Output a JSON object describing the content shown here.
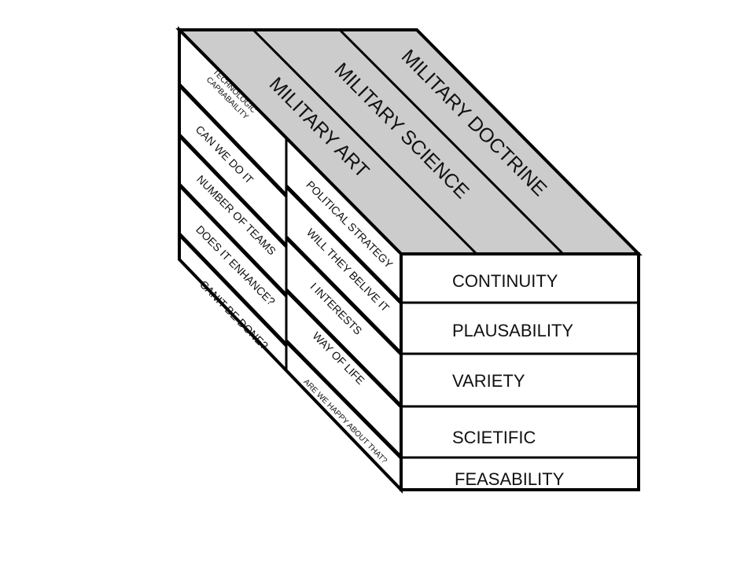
{
  "colors": {
    "top_face": "#cccccc",
    "faces": "#ffffff",
    "stroke": "#000000"
  },
  "top_face": {
    "labels": [
      "MILITARY ART",
      "MILITARY SCIENCE",
      "MILITARY DOCTRINE"
    ]
  },
  "side_face": {
    "left_column": {
      "header_line1": "TECHNOLOGIC",
      "header_line2": "CAPBABAILITY",
      "items": [
        "CAN WE DO IT",
        "NUMBER OF TEAMS",
        "DOES IT ENHANCE?",
        "CANIT BE DONE?"
      ]
    },
    "right_column": {
      "items": [
        "POLITICAL STRATEGY",
        "WILL THEY BELIVE IT",
        "I INTERESTS",
        "WAY OF LIFE",
        "ARE WE HAPPY ABOUT THAT?"
      ]
    }
  },
  "front_face": {
    "rows": [
      "CONTINUITY",
      "PLAUSABILITY",
      "VARIETY",
      "SCIETIFIC",
      "FEASABILITY"
    ]
  }
}
